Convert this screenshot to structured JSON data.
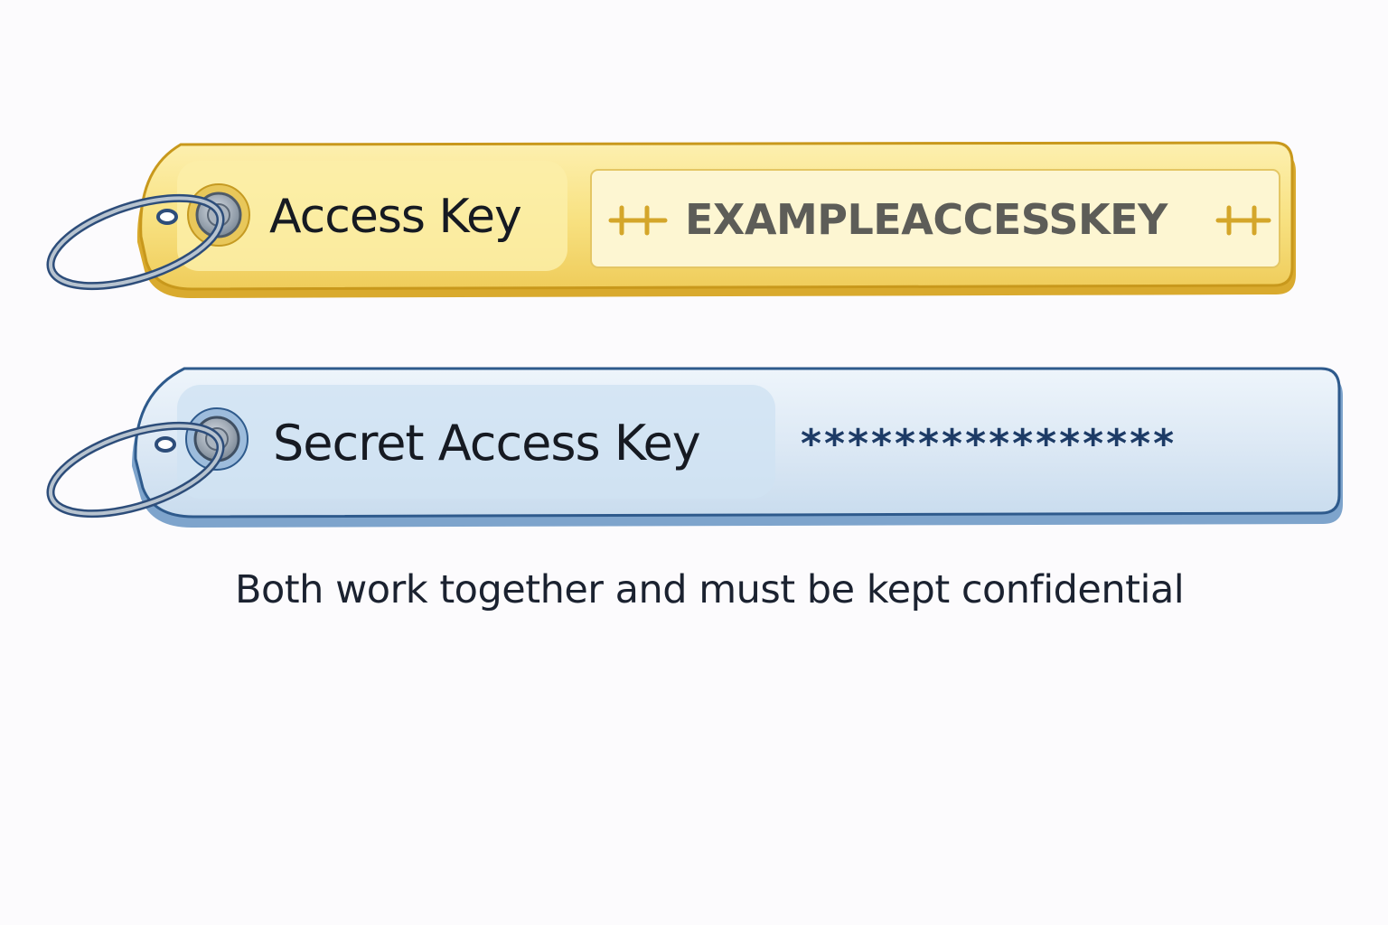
{
  "access_key_tag": {
    "label": "Access Key",
    "value": "EXAMPLEACCESSKEY",
    "color": "#f7e07a",
    "border_color": "#d4a62a"
  },
  "secret_key_tag": {
    "label": "Secret Access Key",
    "value": "****************",
    "color": "#dceaf6",
    "border_color": "#2e5a8c"
  },
  "caption": "Both work together and must be kept confidential"
}
